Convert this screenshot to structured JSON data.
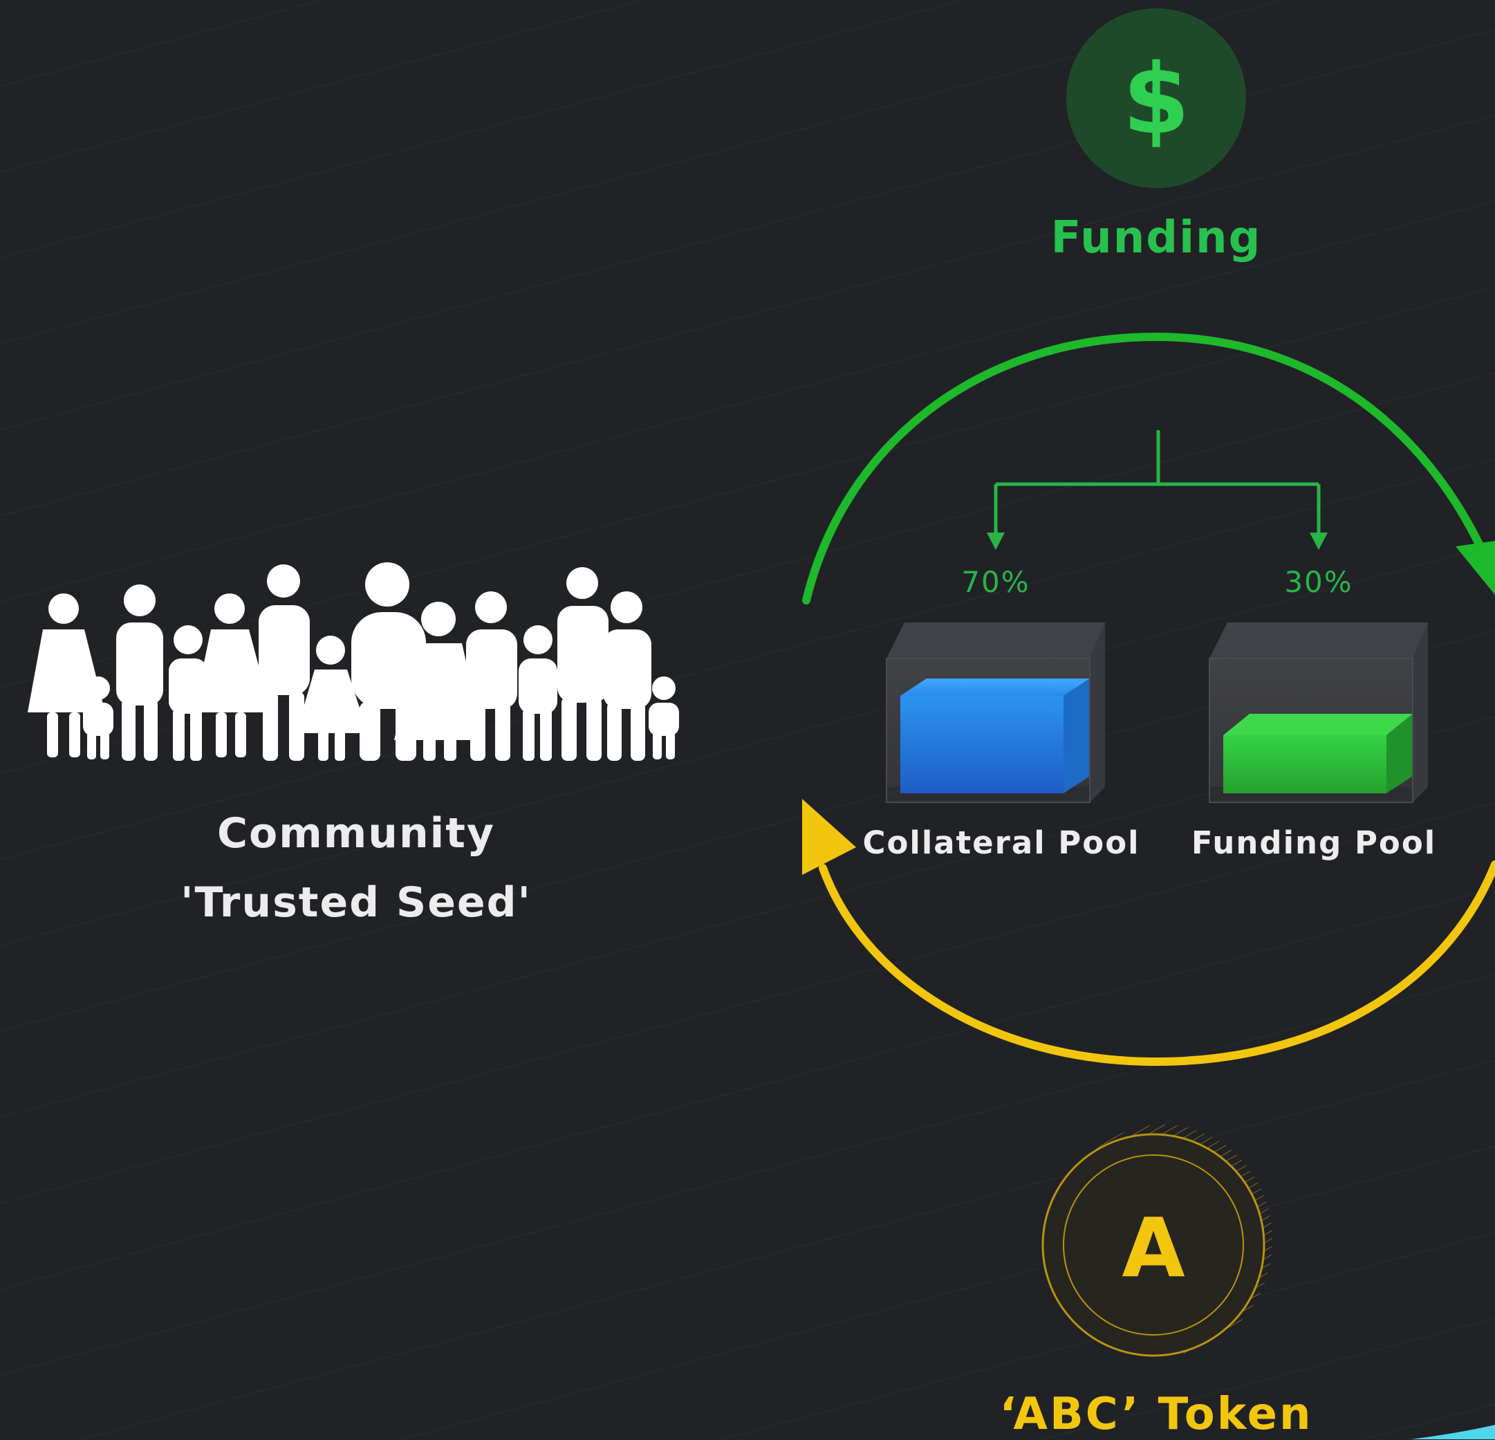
{
  "funding": {
    "icon": "dollar-icon",
    "symbol": "$",
    "label": "Funding",
    "color": "#27c24d"
  },
  "community": {
    "icon": "people-group-icon",
    "line1": "Community",
    "line2": "'Trusted Seed'"
  },
  "split": {
    "collateral_percent": "70%",
    "funding_percent": "30%",
    "collateral_fill": 0.7,
    "funding_fill": 0.3
  },
  "pools": {
    "collateral_label": "Collateral Pool",
    "funding_label": "Funding Pool",
    "collateral_color": "#1f82e6",
    "funding_color": "#22b82e"
  },
  "token": {
    "icon": "coin-icon",
    "letter": "A",
    "label": "‘ABC’ Token",
    "color": "#f3c60e"
  },
  "cycle": {
    "top_arc_color": "#1eb82b",
    "bottom_arc_color": "#f3c60e"
  }
}
